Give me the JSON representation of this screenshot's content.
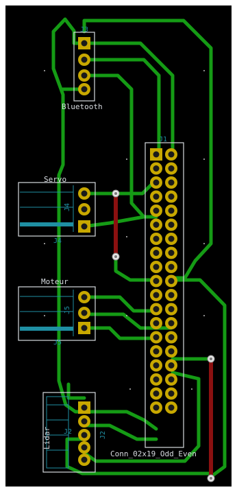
{
  "colors": {
    "board": "#000000",
    "frame": "#ffffff",
    "track": "#159b15",
    "pad": "#c8a800",
    "pad_hole": "#1a1a1a",
    "outline": "#d7dbe0",
    "ref": "#1f8fa3",
    "jumper": "#8b1010",
    "via": "#e6e6e6",
    "fab": "#1f8fa3"
  },
  "labels": {
    "bluetooth": "Bluetooth",
    "servo": "Servo",
    "moteur": "Moteur",
    "lidar": "Lidar",
    "main_connector": "Conn_02x19_Odd_Even"
  },
  "refs": {
    "j3": "J3",
    "j1": "J1",
    "j4": "J4",
    "j4b": "J4",
    "j5": "J5",
    "j5b": "J5",
    "j2": "J2",
    "j2b": "J2"
  }
}
